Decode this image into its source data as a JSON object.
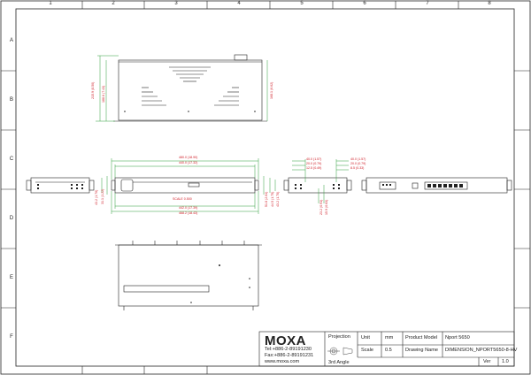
{
  "border": {
    "columns": [
      "1",
      "2",
      "3",
      "4",
      "5",
      "6",
      "7",
      "8"
    ],
    "rows": [
      "A",
      "B",
      "C",
      "D",
      "E",
      "F"
    ]
  },
  "dimensions": {
    "top_side": {
      "left": "215.9 (8.50)",
      "right": "168.1 (6.62)",
      "left_sub": "188.6 (7.43)"
    },
    "front": {
      "top1": "480.0 (18.90)",
      "top2": "440.0 (17.32)",
      "scale": "SCALE 0.500",
      "bot1": "442.0 (17.39)",
      "bot2": "468.2 (18.43)",
      "left1": "43.2 (1.70)",
      "left2": "31.1 (1.22)",
      "right1": "51.8 (2.04)",
      "right2": "44.5 (1.75)",
      "right3": "43.2 (1.70)"
    },
    "side_detail": {
      "a1": "40.0 (1.57)",
      "a2": "20.0 (0.79)",
      "a3": "12.5 (0.49)",
      "b1": "40.0 (1.57)",
      "b2": "20.0 (0.79)",
      "b3": "8.5 (0.33)",
      "v1": "23.2 (0.91)",
      "v2": "15.9 (0.63)"
    }
  },
  "title_block": {
    "logo": "MOXA",
    "tel": "Tel:+886-2-89191230",
    "fax": "Fax:+886-2-89191231",
    "web": "www.moxa.com",
    "projection_label": "Projection",
    "angle_label": "3rd Angle",
    "unit_label": "Unit",
    "unit_value": "mm",
    "scale_label": "Scale",
    "scale_value": "0.5",
    "product_label": "Product Model",
    "product_value": "Nport 5650",
    "drawing_label": "Drawing Name",
    "drawing_value": "DIMENSION_NPORT5650-8-HV",
    "ver_label": "Ver",
    "ver_value": "1.0"
  },
  "colors": {
    "line": "#222222",
    "dimension": "#2e9e3a",
    "dimension_text": "#d0202a"
  }
}
